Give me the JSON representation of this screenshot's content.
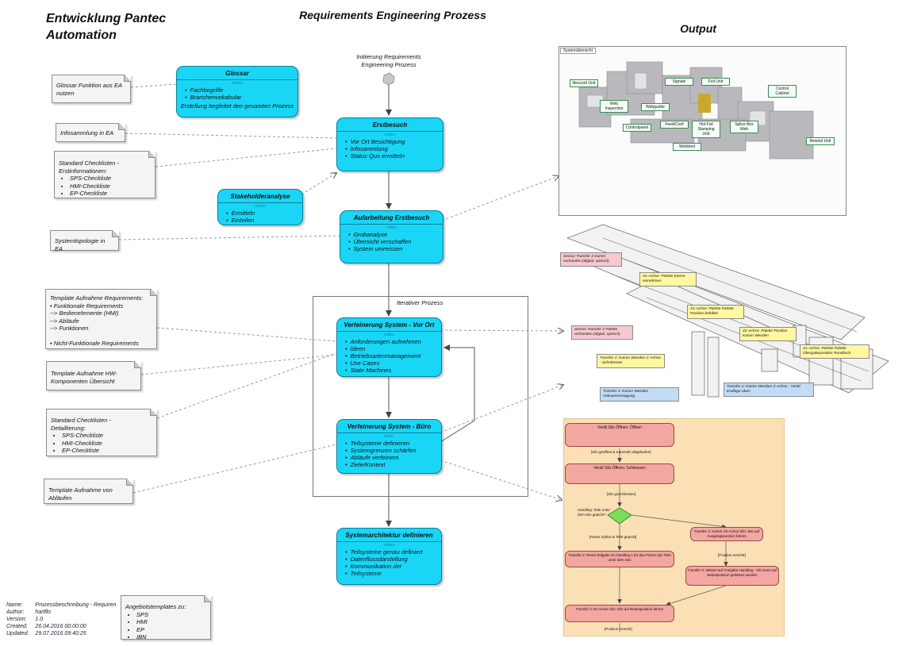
{
  "titles": {
    "left": [
      "Entwicklung Pantec",
      "Automation"
    ],
    "center": "Requirements Engineering Prozess",
    "output": "Output"
  },
  "start_label": [
    "Initiierung Requirements",
    "Engineering Prozess"
  ],
  "activities": {
    "glossar": {
      "title": "Glossar",
      "notes": "notes",
      "items": [
        "Fachbegriffe",
        "Branchenvokabular"
      ],
      "footer": "Erstellung begleitet den gesamten Prozess"
    },
    "erstbesuch": {
      "title": "Erstbesuch",
      "notes": "notes",
      "items": [
        "Vor Ort Besichtigung",
        "Infosammlung",
        "Status Quo ermitteln"
      ]
    },
    "stakeholder": {
      "title": "Stakeholderanalyse",
      "notes": "notes",
      "items": [
        "Ermitteln",
        "Einteilen"
      ]
    },
    "aufarbeitung": {
      "title": "Aufarbeitung Erstbesuch",
      "notes": "notes",
      "items": [
        "Grobanalyse",
        "Übersicht verschaffen",
        "System umreissen"
      ]
    },
    "vorort": {
      "title": "Verfeinerung System - Vor Ort",
      "notes": "notes",
      "items": [
        "Anforderungen aufnehmen",
        "Ideen",
        "Betriebsartenmanagement",
        "Use Cases",
        "State Machines"
      ]
    },
    "buero": {
      "title": "Verfeinerung System - Büro",
      "notes": "notes",
      "items": [
        "Teilsysteme definieren",
        "Systemgrenzen schärfen",
        "Abläufe verfeinern",
        "Ziele/Kontext"
      ]
    },
    "architektur": {
      "title": "Systemarchitektur definieren",
      "notes": "notes",
      "items": [
        "Teilsysteme genau definiert",
        "Datenflussdarstellung",
        "Kommunikation der",
        "Teilsysteme"
      ]
    }
  },
  "frame_label": "Iterativer Prozess",
  "notes": {
    "glossar_ea": [
      "Glossar Funktion aus EA",
      "nutzen"
    ],
    "infosammlung": "Infosammlung in EA",
    "checklisten1": {
      "lines": [
        "Standard Checklisten -",
        "Erstinformationen:"
      ],
      "items": [
        "SPS-Checkliste",
        "HMI-Checkliste",
        "EP-Checkliste"
      ]
    },
    "systemtopologie": "Systemtopologie in EA",
    "template_req": {
      "head": "Template Aufnahme Requirements:",
      "lines": [
        "•          Funktionale Requirements",
        "--> Bedienelemente (HMI)",
        "--> Abläufe",
        "--> Funktionen",
        "",
        "•          Nicht-Funktionale Requirements"
      ]
    },
    "template_hw": [
      "Template Aufnahme HW-",
      "Komponenten Übersicht"
    ],
    "checklisten2": {
      "lines": [
        "Standard Checklisten -",
        "Detaillierung:"
      ],
      "items": [
        "SPS-Checkliste",
        "HMI-Checkliste",
        "EP-Checkliste"
      ]
    },
    "template_ablauf": [
      "Template Aufnahme von",
      "Abläufen"
    ],
    "angebot": {
      "head": "Angebotstemplates zu:",
      "items": [
        "SPS",
        "HMI",
        "EP",
        "IBN"
      ]
    }
  },
  "meta": {
    "rows": [
      {
        "k": "Name:",
        "v": "Prozessbeschreibung - Requiren"
      },
      {
        "k": "Author:",
        "v": "hartflo"
      },
      {
        "k": "Version:",
        "v": "1.0"
      },
      {
        "k": "Created:",
        "v": "26.04.2016 00:00:00"
      },
      {
        "k": "Updated:",
        "v": "29.07.2016 09:40:25"
      }
    ]
  },
  "output1": {
    "tab": "Systemübersicht",
    "labels": [
      "Nescord Unit",
      "Signale",
      "Foil Unit",
      "Control Cabinet",
      "Web Inspection",
      "Webguider",
      "Controlpanel",
      "Feed/Conf",
      "Hot Foil Stamping Unit",
      "Splice Box Web",
      "Rewind Unit",
      "Webfeed"
    ]
  },
  "output2": {
    "callouts": [
      "Sensor Transfer 2 Kamm vorhanden (digital, optisch)",
      "X1-Achse: Palette Kamm einnehmen",
      "X1-Achse: Palette Palette Position befüllen",
      "Sensor Transfer 2 Palette vorhanden (digital, optisch)",
      "Z2-Achse: Palette Position Kamm Wenden",
      "X1-Achse: Palette Palette Übergabeposition Rundtisch",
      "Transfer 2: Kamm Wenden C-Achse - Schrittmotor",
      "Transfer 2: Kamm Wenden Vakuumerzeugung",
      "Transfer 2: Kamm Wenden Z-Achse - Ventil: Endlage oben"
    ]
  },
  "output3": {
    "boxes": [
      "Ventil Silo Öffnen: Öffnen",
      "Ventil Silo Öffnen: Schliessen",
      "Transfer 2: Kamm X2-Achse Silo: Silo auf Ausgangsposition fahren",
      "Transfer 2: Reset Teilgabe an Handling 1 für das Picken der Teile unter dem Silo",
      "Transfer 2: Warten auf Freigabe Handling - Silo kann auf Belastposition gefahren werden",
      "Transfer 2 X2-Achse Silo: Silo auf Belastposition fahren"
    ],
    "guards": [
      "[Silo geöffnet & Kammeln abgelaufen]",
      "[Silo geschlossen]",
      "Handling: Teile unter dem Silo gepickt?",
      "[Neuer Zyklus & Teile gepickt]",
      "[Position erreicht]",
      "[Position erreicht]"
    ]
  },
  "colors": {
    "activity": "#19d6f7",
    "activity_border": "#0b7f96",
    "note": "#f4f4f4",
    "output3_bg": "#fbe0b6",
    "state_box": "#f4a6a0",
    "decision": "#7fdc5a"
  }
}
